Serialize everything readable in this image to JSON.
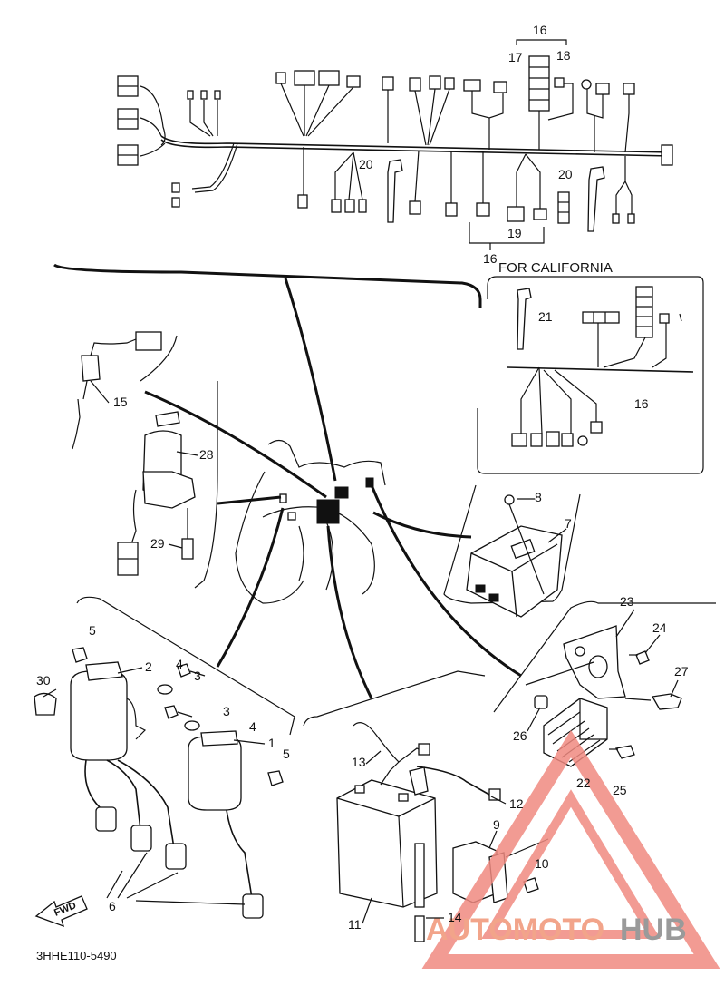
{
  "colors": {
    "line": "#111111",
    "background": "#ffffff",
    "watermark_triangle": "#f08a80",
    "watermark_auto": "#f2a48a",
    "watermark_hub": "#9a9a9a"
  },
  "inset": {
    "title": "FOR CALIFORNIA",
    "labels": [
      "21",
      "16"
    ]
  },
  "callouts": {
    "c1": "1",
    "c2": "2",
    "c3a": "3",
    "c3b": "3",
    "c4a": "4",
    "c4b": "4",
    "c5a": "5",
    "c5b": "5",
    "c6": "6",
    "c7": "7",
    "c8": "8",
    "c9": "9",
    "c10": "10",
    "c11": "11",
    "c12": "12",
    "c13": "13",
    "c14": "14",
    "c15": "15",
    "c16a": "16",
    "c16b": "16",
    "c17": "17",
    "c18": "18",
    "c19": "19",
    "c20a": "20",
    "c20b": "20",
    "c22": "22",
    "c23": "23",
    "c24": "24",
    "c25": "25",
    "c26": "26",
    "c27": "27",
    "c28": "28",
    "c29": "29",
    "c30": "30"
  },
  "forward_arrow": "FWD",
  "part_code": "3HHE110-5490",
  "watermark": {
    "part1": "AUTOMOTO",
    "part2": "HUB",
    "icon": "warning-triangle-icon"
  }
}
